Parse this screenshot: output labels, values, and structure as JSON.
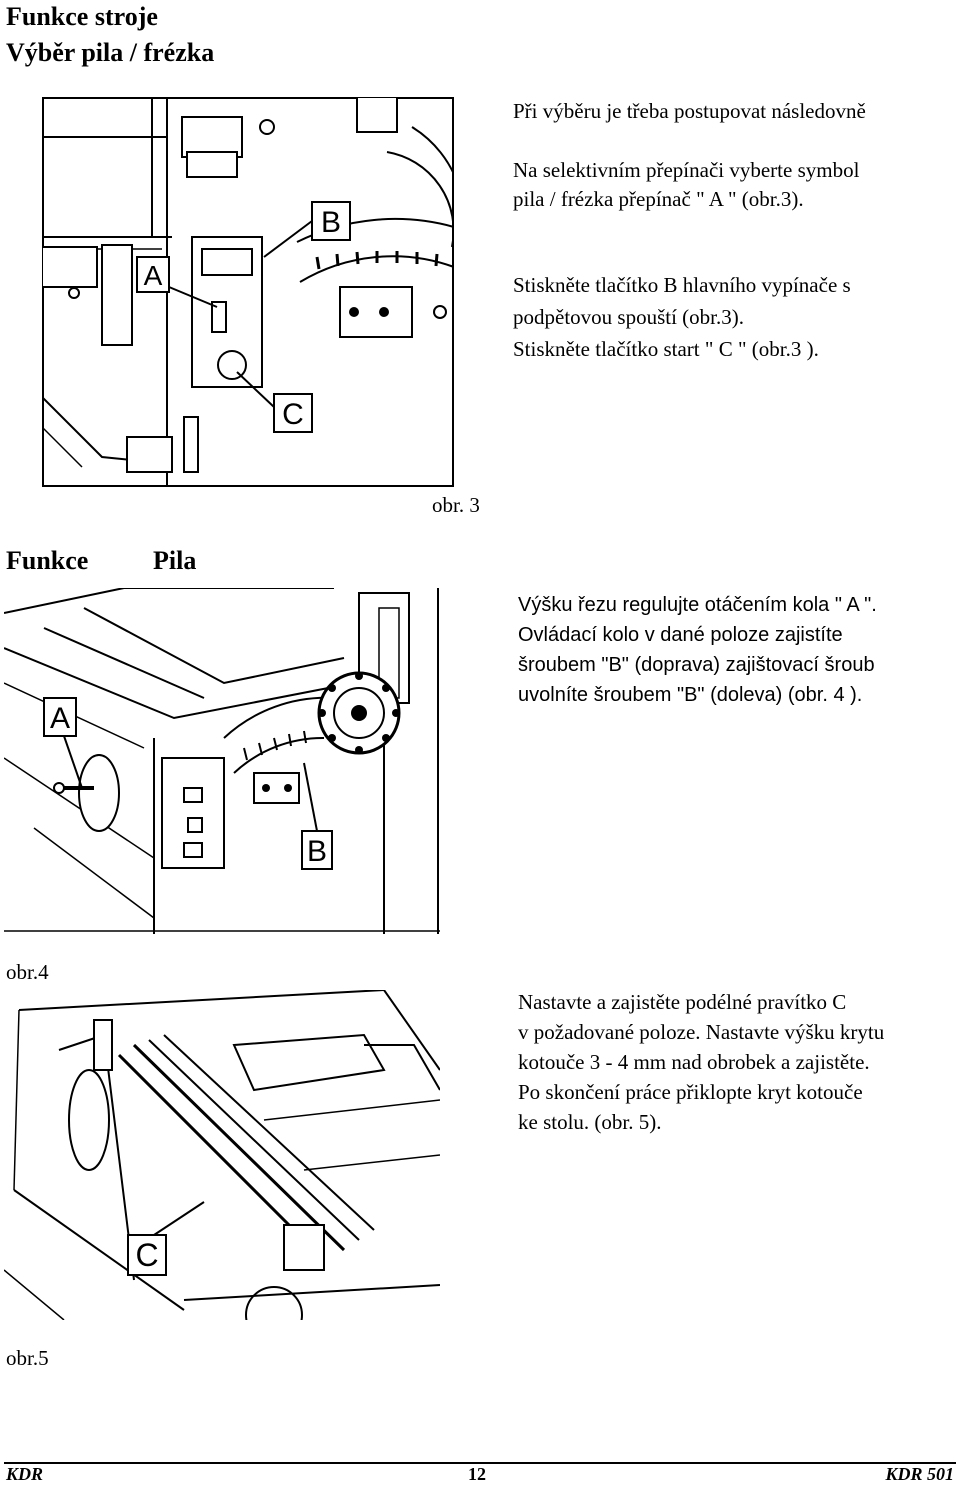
{
  "section1": {
    "title": "Funkce stroje",
    "subtitle": "Výběr  pila / frézka",
    "paragraphs": [
      "Při výběru je třeba postupovat následovně",
      "Na selektivním přepínači vyberte symbol",
      "pila / frézka přepínač \" A \" (obr.3).",
      "Stiskněte tlačítko  B  hlavního vypínače s",
      "podpětovou spouští (obr.3).",
      "Stiskněte tlačítko start \" C \" (obr.3 )."
    ],
    "figure": {
      "caption": "obr. 3",
      "callouts": [
        "A",
        "B",
        "C"
      ]
    }
  },
  "section2": {
    "title_left": "Funkce",
    "title_right": "Pila",
    "paragraphs": [
      "Výšku řezu regulujte otáčením kola \" A \".",
      "Ovládací kolo v dané poloze zajistíte",
      "šroubem \"B\" (doprava) zajištovací šroub",
      "uvolníte šroubem \"B\" (doleva) (obr. 4 )."
    ],
    "figure": {
      "caption": "obr.4",
      "callouts": [
        "A",
        "B"
      ]
    }
  },
  "section3": {
    "paragraphs": [
      "Nastavte a zajistěte podélné pravítko  C",
      "v požadované poloze. Nastavte výšku krytu",
      "kotouče 3 - 4 mm nad obrobek a zajistěte.",
      "Po skončení práce přiklopte kryt kotouče",
      "ke stolu. (obr. 5)."
    ],
    "figure": {
      "caption": "obr.5",
      "callouts": [
        "C"
      ]
    }
  },
  "footer": {
    "left": "KDR",
    "center": "12",
    "right": "KDR 501"
  }
}
